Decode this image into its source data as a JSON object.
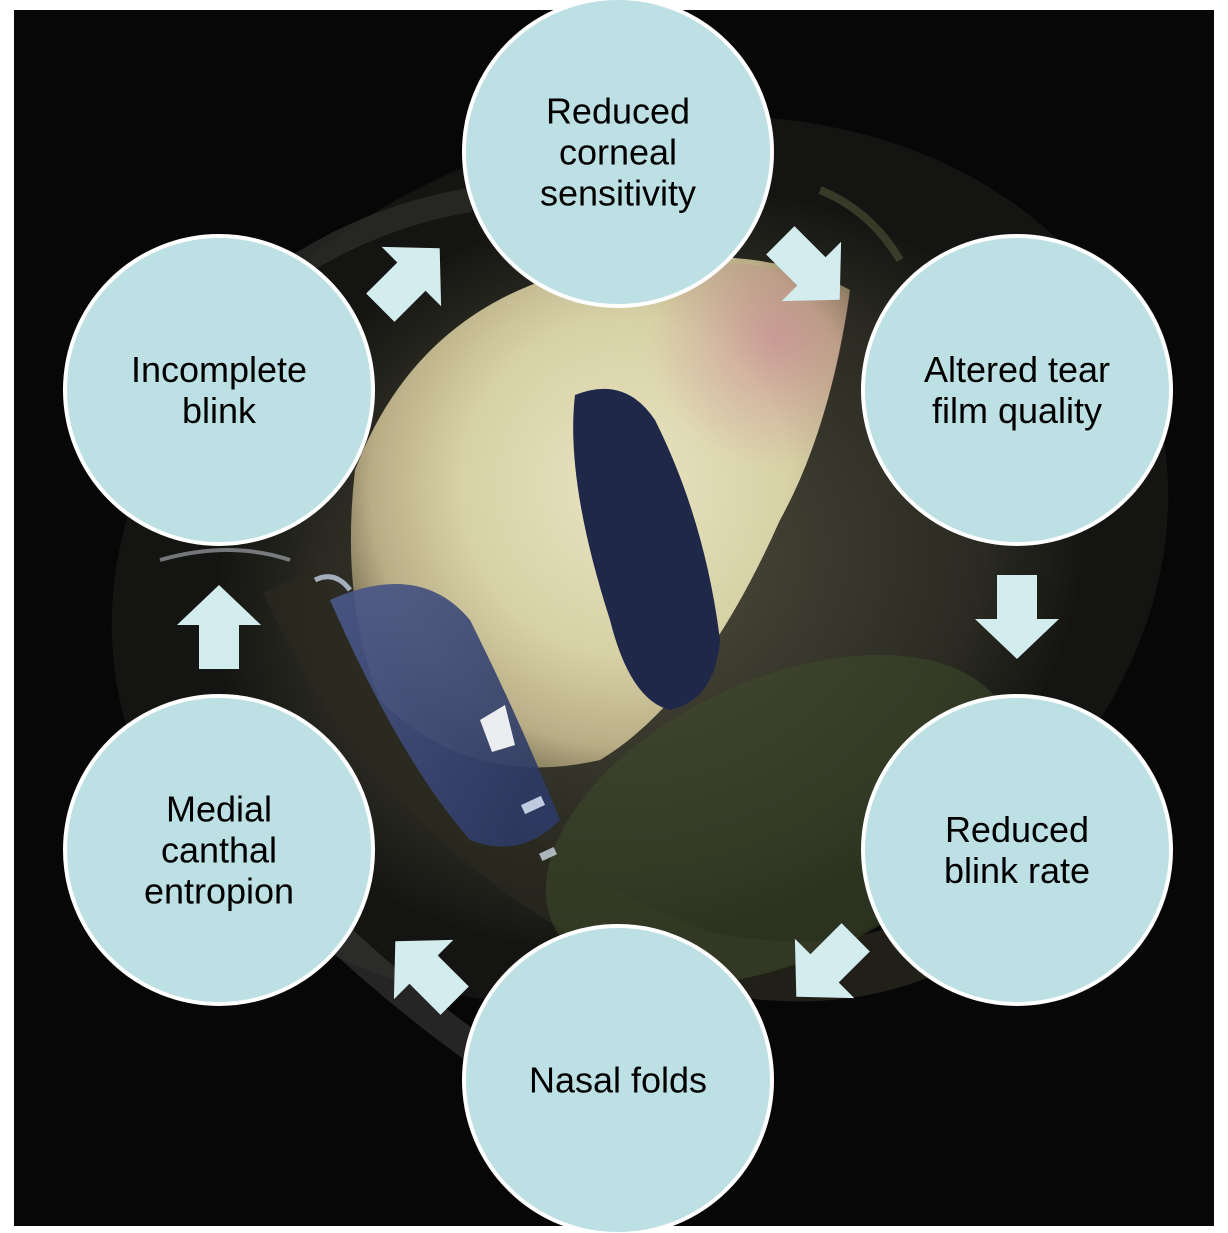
{
  "diagram": {
    "type": "cycle",
    "background": "close-up photograph of an eye",
    "colors": {
      "node_fill": "#bde0e4",
      "node_stroke": "#ffffff",
      "arrow_fill": "#d3ecee",
      "text": "#000000"
    },
    "nodes": [
      {
        "id": "reduced-corneal-sensitivity",
        "lines": [
          "Reduced",
          "corneal",
          "sensitivity"
        ]
      },
      {
        "id": "altered-tear-film-quality",
        "lines": [
          "Altered tear",
          "film quality"
        ]
      },
      {
        "id": "reduced-blink-rate",
        "lines": [
          "Reduced",
          "blink rate"
        ]
      },
      {
        "id": "nasal-folds",
        "lines": [
          "Nasal folds"
        ]
      },
      {
        "id": "medial-canthal-entropion",
        "lines": [
          "Medial",
          "canthal",
          "entropion"
        ]
      },
      {
        "id": "incomplete-blink",
        "lines": [
          "Incomplete",
          "blink"
        ]
      }
    ],
    "edges": [
      {
        "from": "reduced-corneal-sensitivity",
        "to": "altered-tear-film-quality"
      },
      {
        "from": "altered-tear-film-quality",
        "to": "reduced-blink-rate"
      },
      {
        "from": "reduced-blink-rate",
        "to": "nasal-folds"
      },
      {
        "from": "nasal-folds",
        "to": "medial-canthal-entropion"
      },
      {
        "from": "medial-canthal-entropion",
        "to": "incomplete-blink"
      },
      {
        "from": "incomplete-blink",
        "to": "reduced-corneal-sensitivity"
      }
    ]
  }
}
